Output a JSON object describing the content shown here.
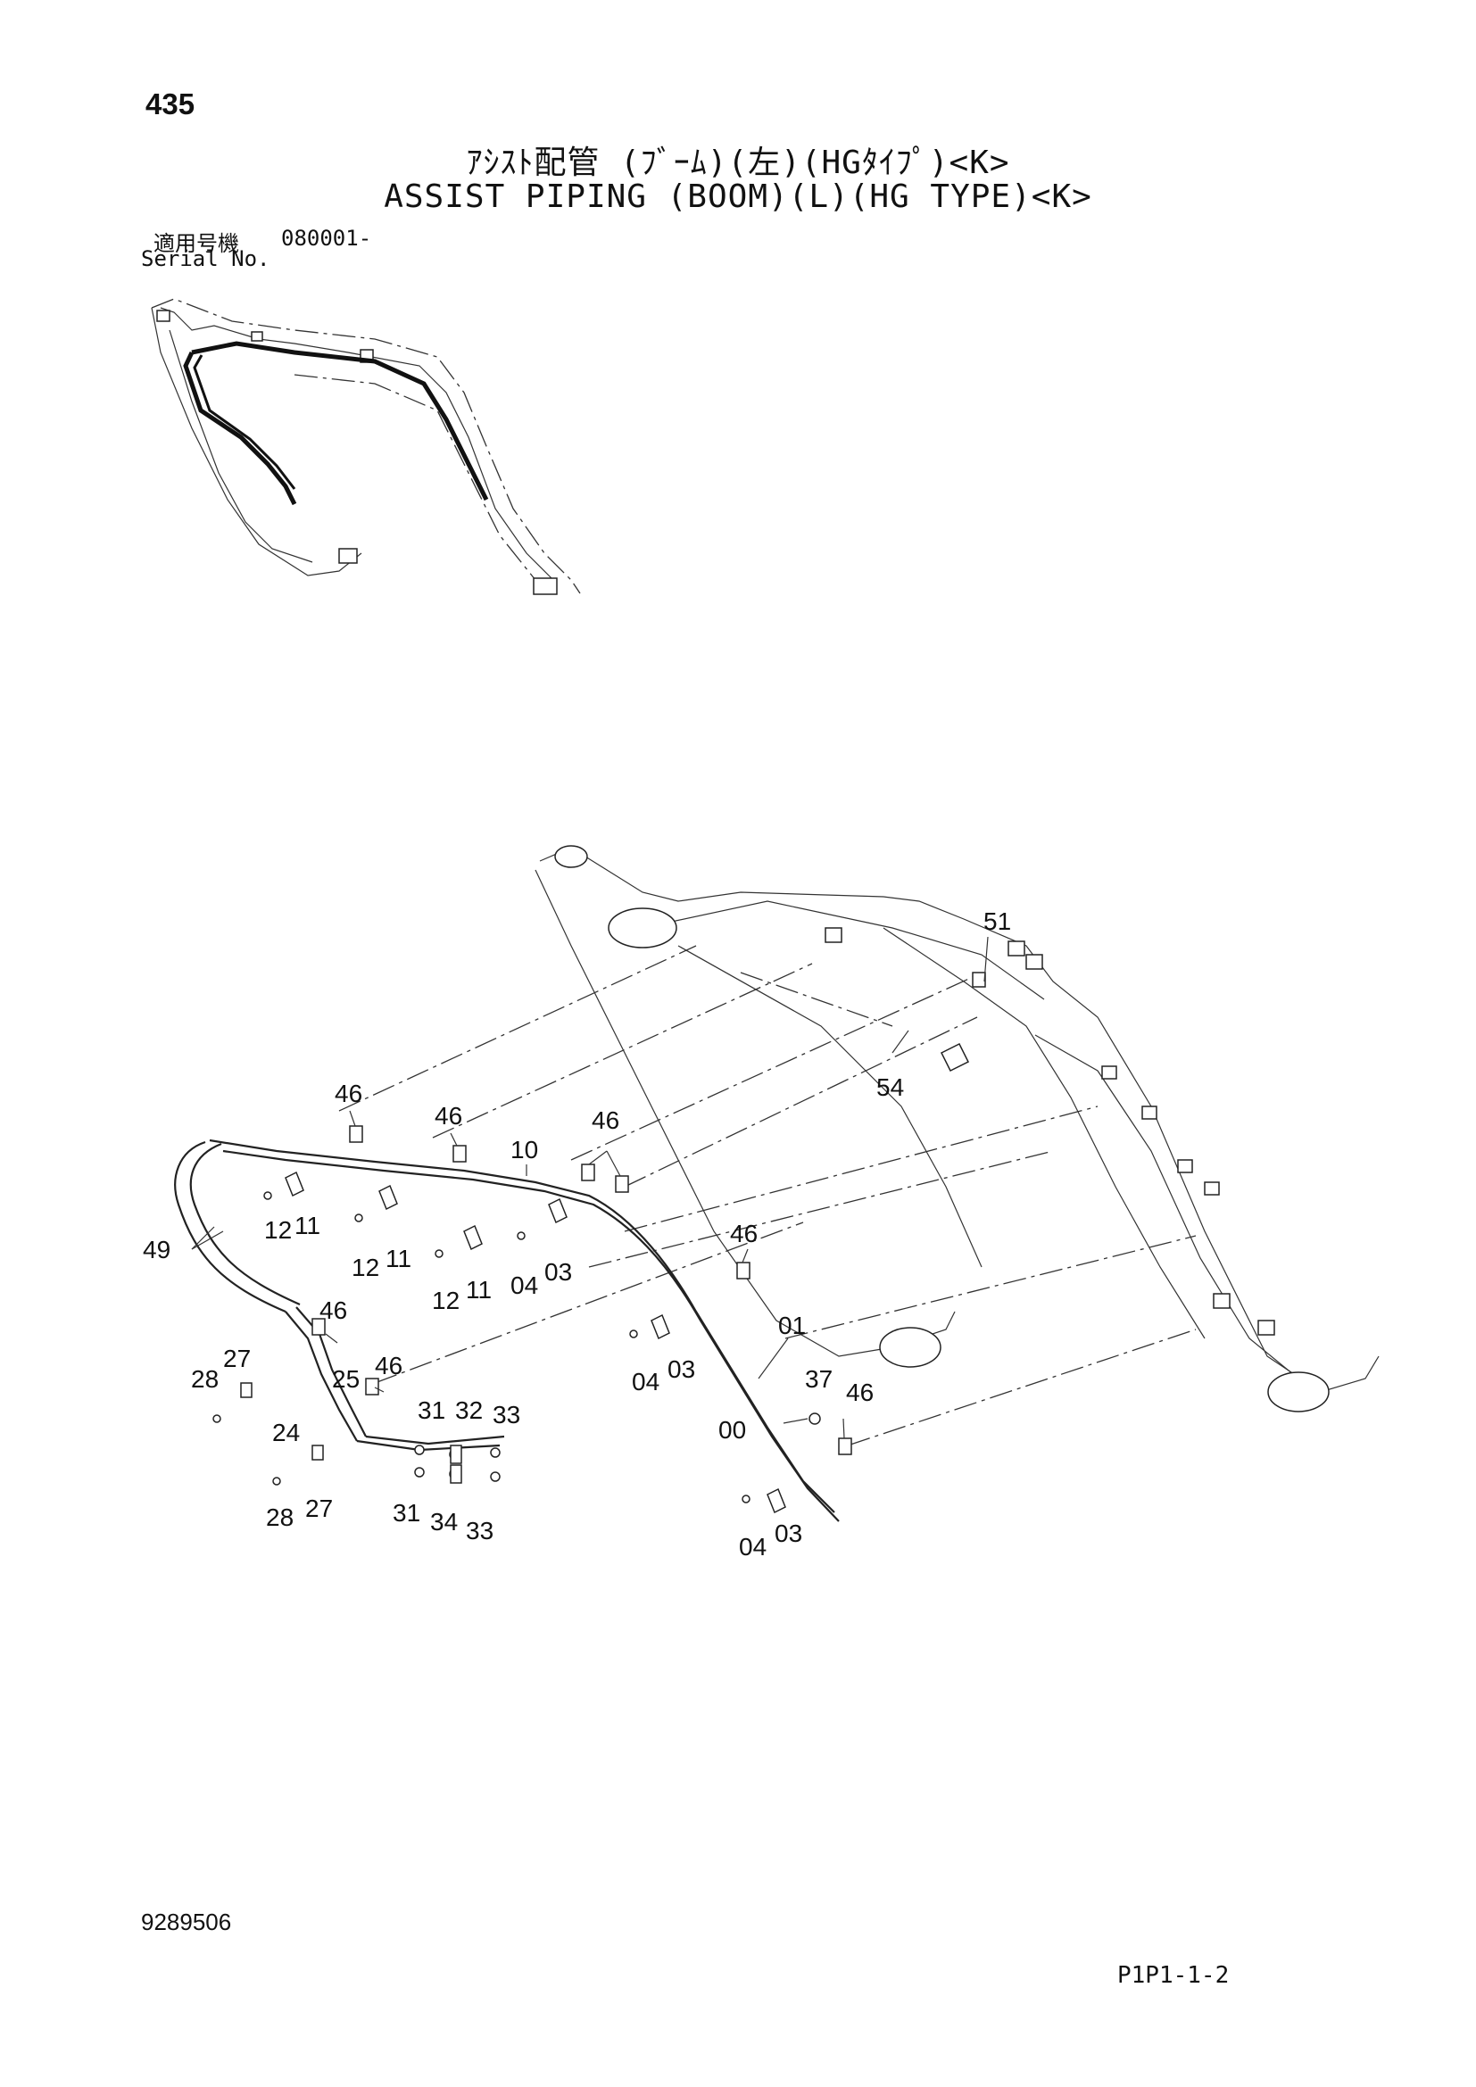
{
  "header": {
    "page_number": "435",
    "title_jp": "ｱｼｽﾄ配管 (ﾌﾞｰﾑ)(左)(HGﾀｲﾌﾟ)<K>",
    "title_en": "ASSIST PIPING (BOOM)(L)(HG TYPE)<K>"
  },
  "serial": {
    "label_jp": "適用号機",
    "value": "080001-",
    "label_en": "Serial No."
  },
  "footer": {
    "doc_code": "9289506",
    "page_ref": "P1P1-1-2"
  },
  "callouts": [
    "51",
    "54",
    "46",
    "46",
    "46",
    "10",
    "49",
    "12",
    "11",
    "12",
    "11",
    "12",
    "11",
    "04",
    "03",
    "46",
    "01",
    "04",
    "03",
    "46",
    "27",
    "28",
    "25",
    "46",
    "24",
    "31",
    "32",
    "33",
    "37",
    "46",
    "00",
    "28",
    "27",
    "31",
    "34",
    "33",
    "04",
    "03"
  ]
}
